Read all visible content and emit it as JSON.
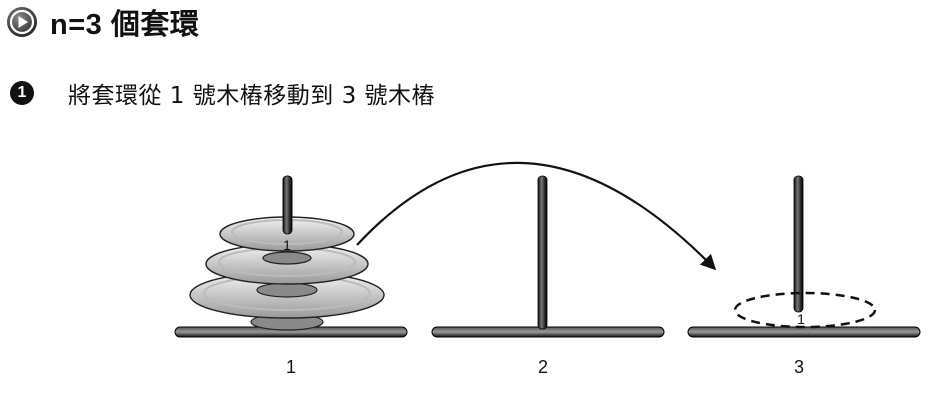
{
  "header": {
    "title": "n=3 個套環",
    "icon": "play-circle-icon"
  },
  "step": {
    "number": "1",
    "text": "將套環從 1 號木樁移動到 3 號木樁"
  },
  "diagram": {
    "pegs": [
      {
        "label": "1"
      },
      {
        "label": "2"
      },
      {
        "label": "3"
      }
    ],
    "rings": [
      {
        "label": "1"
      }
    ],
    "target_label": "1"
  }
}
